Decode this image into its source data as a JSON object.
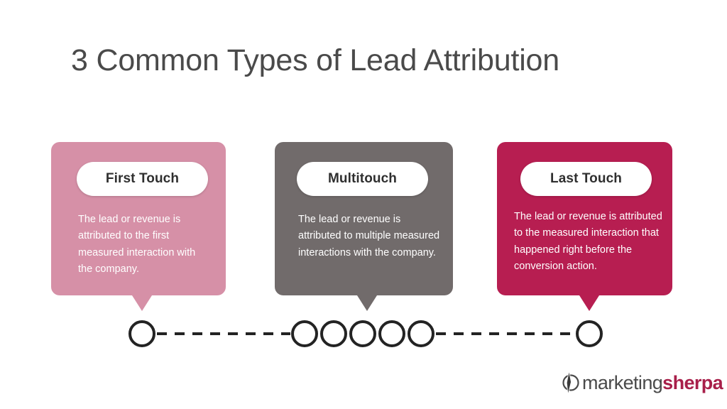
{
  "slide": {
    "title": "3 Common Types of Lead Attribution",
    "background_color": "#FFFFFF",
    "title_color": "#4A4A4A"
  },
  "cards": [
    {
      "id": "first-touch",
      "label": "First Touch",
      "description": "The lead or revenue is attributed to the first measured interaction with the company.",
      "color": "#D690A7",
      "text_color": "#FFFFFF",
      "pill_text_color": "#2F2F2F"
    },
    {
      "id": "multitouch",
      "label": "Multitouch",
      "description": "The lead or revenue is attributed to multiple measured interactions with the company.",
      "color": "#716B6B",
      "text_color": "#FFFFFF",
      "pill_text_color": "#2F2F2F"
    },
    {
      "id": "last-touch",
      "label": "Last Touch",
      "description": "The lead or revenue is attributed to the measured interaction that happened right before the conversion action.",
      "color": "#B71E51",
      "text_color": "#FFFFFF",
      "pill_text_color": "#2F2F2F"
    }
  ],
  "timeline": {
    "stroke_color": "#232323",
    "groups": [
      {
        "name": "first-touch-node",
        "circles": 1
      },
      {
        "name": "multitouch-nodes",
        "circles": 5
      },
      {
        "name": "last-touch-node",
        "circles": 1
      }
    ],
    "connectors": 2,
    "connector_style": "dashed"
  },
  "logo": {
    "mark": "compass-needle-icon",
    "word_one": "marketing",
    "word_two": "sherpa",
    "word_one_color": "#4A4A4A",
    "word_two_color": "#A81F4A"
  }
}
